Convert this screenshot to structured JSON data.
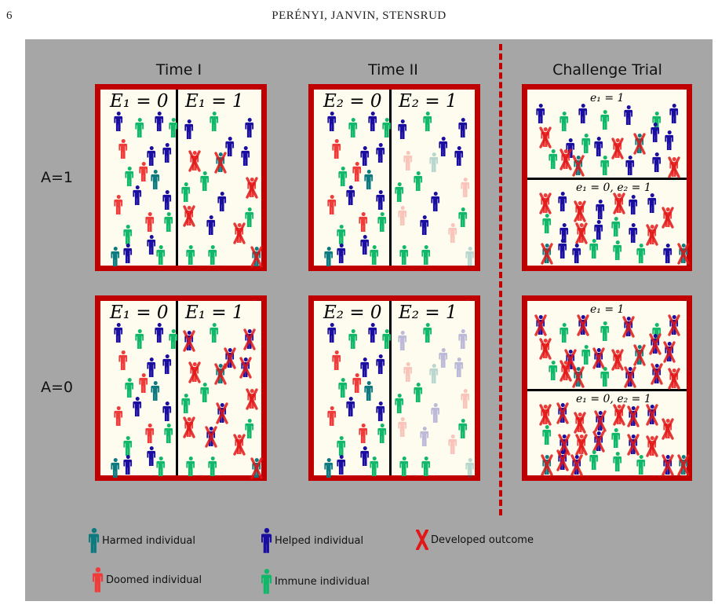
{
  "page": {
    "number": "6",
    "header": "PERÉNYI, JANVIN, STENSRUD"
  },
  "columns": {
    "time1": "Time I",
    "time2": "Time II",
    "challenge": "Challenge Trial"
  },
  "rows": {
    "a1": "A=1",
    "a0": "A=0"
  },
  "labels": {
    "e1_0": "E₁ = 0",
    "e1_1": "E₁ = 1",
    "e2_0": "E₂ = 0",
    "e2_1": "E₂ = 1",
    "c_e1": "e₁ = 1",
    "c_e1e2": "e₁ = 0, e₂ = 1"
  },
  "legend": {
    "harmed": "Harmed individual",
    "helped": "Helped individual",
    "outcome": "Developed outcome",
    "doomed": "Doomed individual",
    "immune": "Immune individual"
  },
  "colors": {
    "harmed": "#0d7a80",
    "helped": "#1a0ea0",
    "doomed": "#f03b3b",
    "immune": "#12b86a",
    "outcome": "#e01818",
    "panel_border": "#c00000",
    "background": "#a6a6a6"
  }
}
